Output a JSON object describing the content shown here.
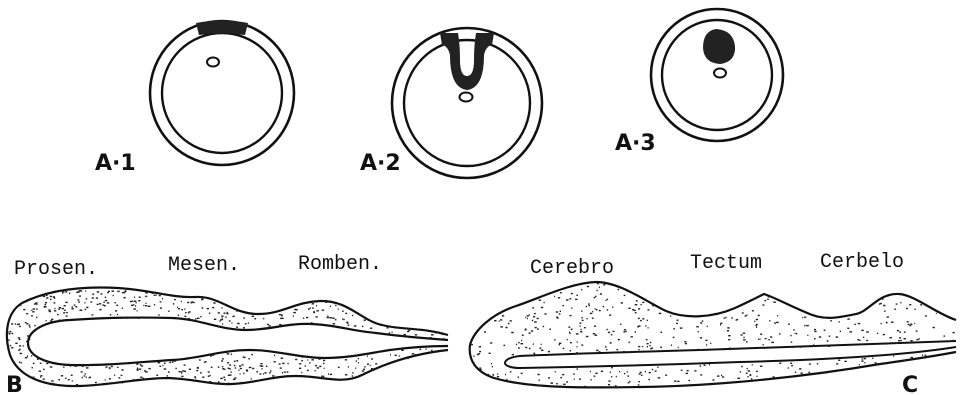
{
  "panels": {
    "a1": {
      "label": "A·1"
    },
    "a2": {
      "label": "A·2"
    },
    "a3": {
      "label": "A·3"
    },
    "b": {
      "label": "B",
      "regions": [
        "Prosen.",
        "Mesen.",
        "Romben."
      ]
    },
    "c": {
      "label": "C",
      "regions": [
        "Cerebro",
        "Tectum",
        "Cerbelo"
      ]
    }
  },
  "colors": {
    "ink": "#111111",
    "paper": "#ffffff"
  }
}
